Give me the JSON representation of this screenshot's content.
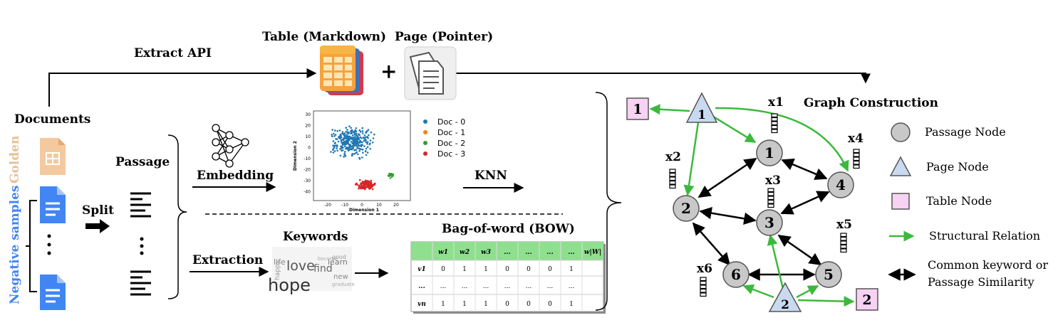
{
  "pipeline": {
    "documents": "Documents",
    "golden": "Golden",
    "negative_samples": "Negative samples",
    "split": "Split",
    "passage": "Passage",
    "extract_api": "Extract API",
    "table_markdown": "Table (Markdown)",
    "page_pointer": "Page (Pointer)",
    "plus": "+",
    "embedding": "Embedding",
    "knn": "KNN",
    "extraction": "Extraction",
    "keywords": "Keywords",
    "bow_title": "Bag-of-word (BOW)",
    "wordcloud_main": "hope",
    "wordcloud_words": [
      "love",
      "life",
      "find",
      "learn",
      "good",
      "new",
      "happy",
      "graduate",
      "become"
    ]
  },
  "scatter": {
    "legend": [
      "Doc - 0",
      "Doc - 1",
      "Doc - 2",
      "Doc - 3"
    ],
    "colors": [
      "#1f77b4",
      "#ff7f0e",
      "#2ca02c",
      "#d62728"
    ],
    "xlabel": "Dimension 1",
    "ylabel": "Dimension 2",
    "xticks": [
      "-20",
      "-10",
      "0",
      "10",
      "20"
    ],
    "yticks": [
      "30",
      "20",
      "10",
      "0",
      "-10",
      "-20",
      "-30",
      "-40"
    ]
  },
  "bow_table": {
    "header": [
      "",
      "w1",
      "w2",
      "w3",
      "...",
      "...",
      "...",
      "...",
      "w|W|"
    ],
    "rows": [
      [
        "v1",
        "0",
        "1",
        "1",
        "0",
        "0",
        "0",
        "1"
      ],
      [
        "...",
        "...",
        "...",
        "...",
        "...",
        "...",
        "...",
        "..."
      ],
      [
        "vn",
        "1",
        "1",
        "1",
        "0",
        "0",
        "0",
        "1"
      ]
    ],
    "header_color": "#8ee08e"
  },
  "graph": {
    "title": "Graph Construction",
    "passage_nodes": [
      "1",
      "2",
      "3",
      "4",
      "5",
      "6"
    ],
    "page_nodes": [
      "1",
      "2"
    ],
    "table_nodes": [
      "1",
      "2"
    ],
    "features": [
      "x1",
      "x2",
      "x3",
      "x4",
      "x5",
      "x6"
    ],
    "legend": {
      "passage_node": "Passage Node",
      "page_node": "Page Node",
      "table_node": "Table Node",
      "structural": "Structural Relation",
      "common_line1": "Common keyword or",
      "common_line2": "Passage Similarity"
    },
    "colors": {
      "passage": "#c8c8c8",
      "page": "#c9daf0",
      "table": "#f7d2f2",
      "structural": "#3cb93c",
      "similarity": "#000000"
    }
  }
}
